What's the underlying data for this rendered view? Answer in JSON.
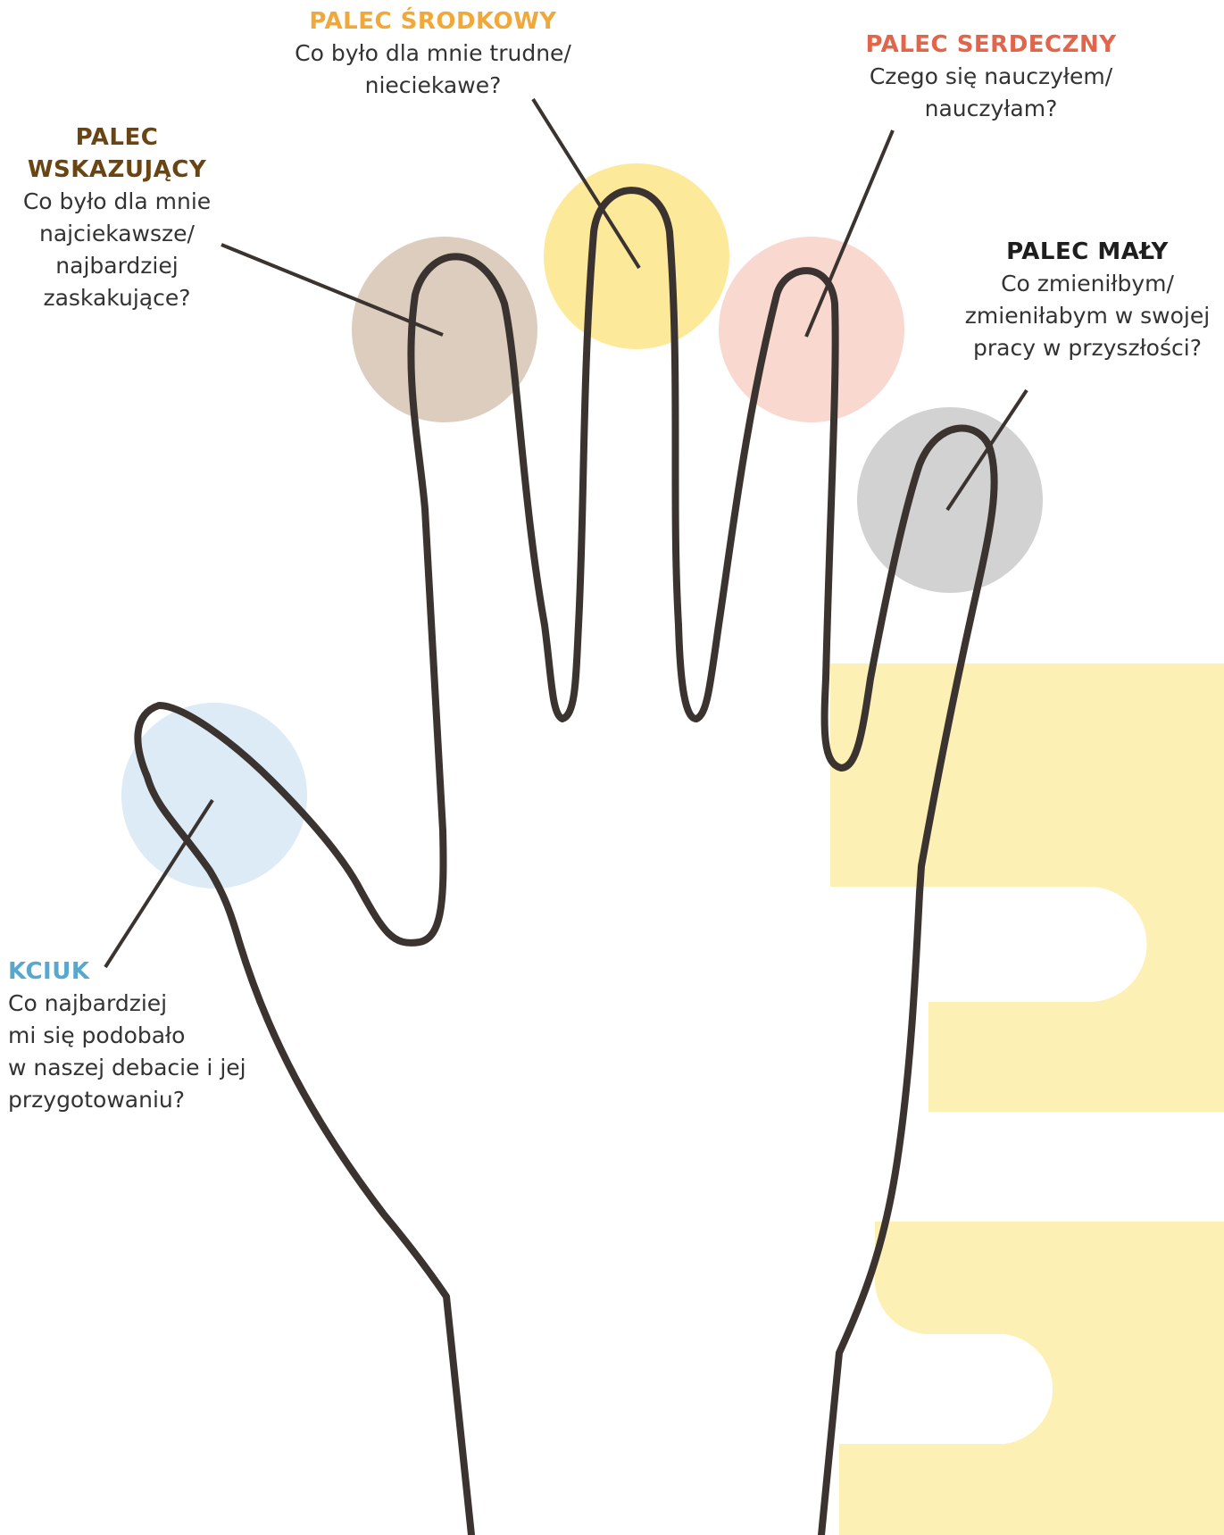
{
  "colors": {
    "outline": "#3a3330",
    "background_stripes": "#fdf0b4",
    "thumb": "#ddebf6",
    "index": "#dccdbf",
    "middle": "#fde99a",
    "ring": "#f8d8cf",
    "little": "#d2d2d2",
    "thumb_title": "#5aa7cd",
    "index_title": "#6a4514",
    "middle_title": "#f1a83a",
    "ring_title": "#e0654b",
    "little_title": "#1e1e1e"
  },
  "fingers": {
    "middle": {
      "title": "PALEC ŚRODKOWY",
      "desc": "Co było dla mnie trudne/\nnieciekawe?"
    },
    "ring": {
      "title": "PALEC SERDECZNY",
      "desc": "Czego się nauczyłem/\nnauczyłam?"
    },
    "index": {
      "title": "PALEC\nWSKAZUJĄCY",
      "desc": "Co było dla mnie\nnajciekawsze/\nnajbardziej\nzaskakujące?"
    },
    "little": {
      "title": "PALEC MAŁY",
      "desc": "Co zmieniłbym/\nzmieniłabym w swojej\npracy w przyszłości?"
    },
    "thumb": {
      "title": "KCIUK",
      "desc": "Co najbardziej\nmi się podobało\nw naszej debacie i jej\nprzygotowaniu?"
    }
  }
}
